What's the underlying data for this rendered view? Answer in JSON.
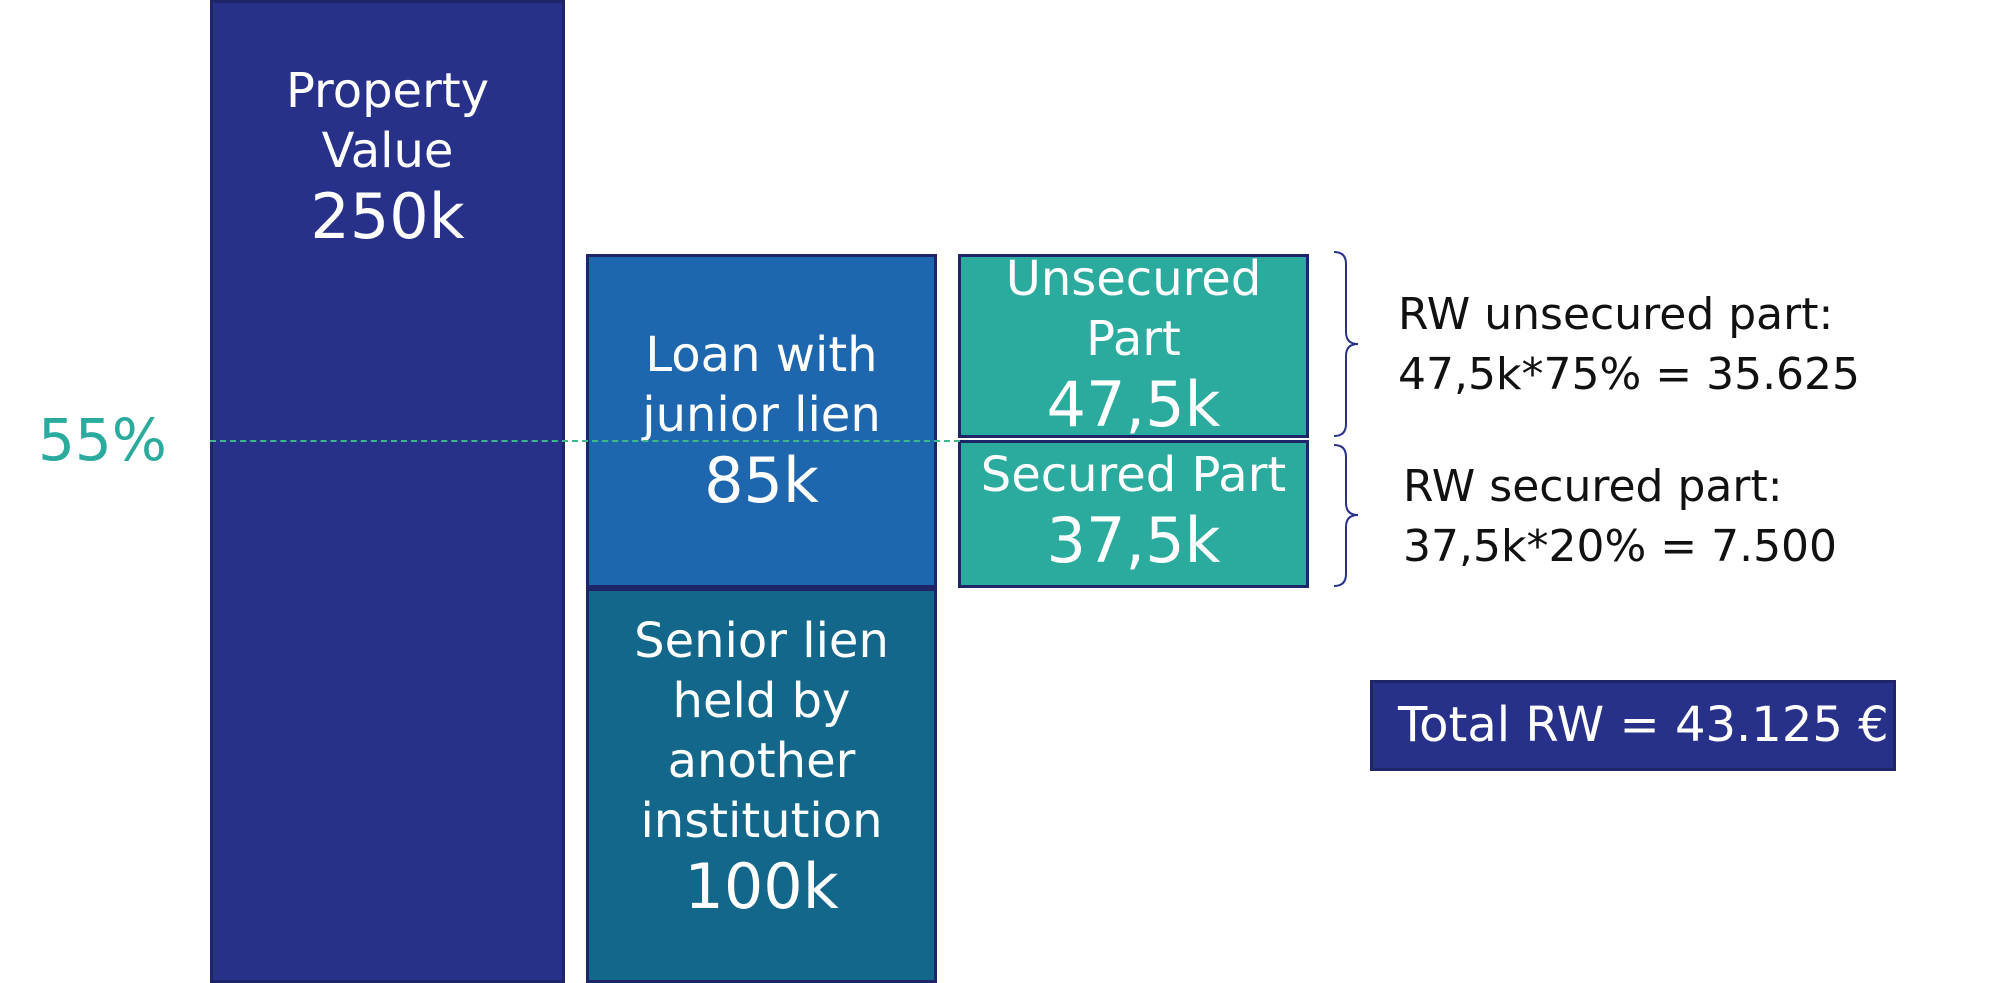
{
  "property": {
    "label_line1": "Property",
    "label_line2": "Value",
    "value": "250k"
  },
  "junior_loan": {
    "label_line1": "Loan with",
    "label_line2": "junior lien",
    "value": "85k"
  },
  "senior_lien": {
    "label_line1": "Senior lien",
    "label_line2": "held by",
    "label_line3": "another",
    "label_line4": "institution",
    "value": "100k"
  },
  "unsecured": {
    "label_line1": "Unsecured",
    "label_line2": "Part",
    "value": "47,5k"
  },
  "secured": {
    "label": "Secured Part",
    "value": "37,5k"
  },
  "threshold": {
    "label": "55%"
  },
  "rw_unsecured": {
    "line1": "RW unsecured part:",
    "line2": "47,5k*75% =  35.625"
  },
  "rw_secured": {
    "line1": "RW secured part:",
    "line2": "37,5k*20% =  7.500"
  },
  "total": {
    "label": "Total RW = 43.125 €"
  },
  "colors": {
    "navy": "#27318a",
    "blue": "#1e66ad",
    "petrol": "#12678a",
    "teal": "#2aab9d",
    "dash_green": "#3db88a"
  }
}
